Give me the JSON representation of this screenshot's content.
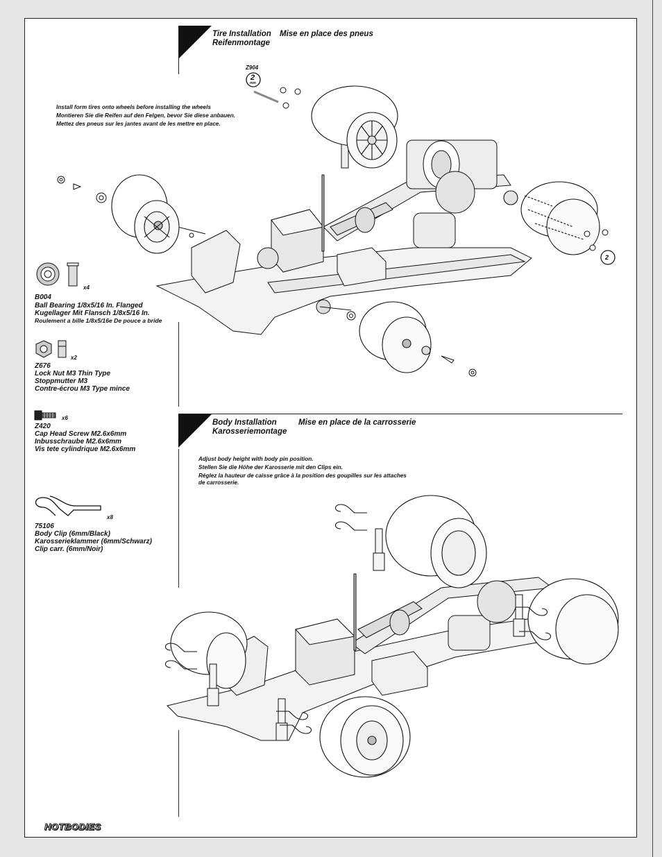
{
  "tire_section": {
    "title_en": "Tire Installation",
    "title_fr": "Mise en place des pneus",
    "title_de": "Reifenmontage",
    "note_en": "Install form tires onto wheels before installing the wheels",
    "note_de": "Montieren Sie die Reifen auf den Felgen, bevor Sie diese anbauen.",
    "note_fr": "Mettez des pneus sur les jantes avant de les mettre en place.",
    "tool_code": "Z904",
    "tool_size": "2",
    "tool_unit": "mm"
  },
  "body_section": {
    "title_en": "Body Installation",
    "title_fr": "Mise en place de la carrosserie",
    "title_de": "Karosseriemontage",
    "note_en": "Adjust body height with body pin position.",
    "note_de": "Stellen Sie die Höhe der Karosserie mit den Clips ein.",
    "note_fr": "Réglez la hauteur de caisse grâce à la position des goupilles sur les attaches de carrosserie."
  },
  "parts": [
    {
      "code": "B004",
      "qty": "x4",
      "desc_en": "Ball Bearing 1/8x5/16 In. Flanged",
      "desc_de": "Kugellager Mit Flansch 1/8x5/16 In.",
      "desc_fr": "Roulement a bille 1/8x5/16e De pouce a bride"
    },
    {
      "code": "Z676",
      "qty": "x2",
      "desc_en": "Lock Nut M3 Thin Type",
      "desc_de": "Stoppmutter M3",
      "desc_fr": "Contre-écrou M3 Type mince"
    },
    {
      "code": "Z420",
      "qty": "x6",
      "desc_en": "Cap Head Screw M2.6x6mm",
      "desc_de": "Inbusschraube M2.6x6mm",
      "desc_fr": "Vis tete cylindrique M2.6x6mm"
    },
    {
      "code": "75106",
      "qty": "x8",
      "desc_en": "Body Clip (6mm/Black)",
      "desc_de": "Karosserieklammer (6mm/Schwarz)",
      "desc_fr": "Clip carr. (6mm/Noir)"
    }
  ],
  "logo": "HOTBODIES"
}
